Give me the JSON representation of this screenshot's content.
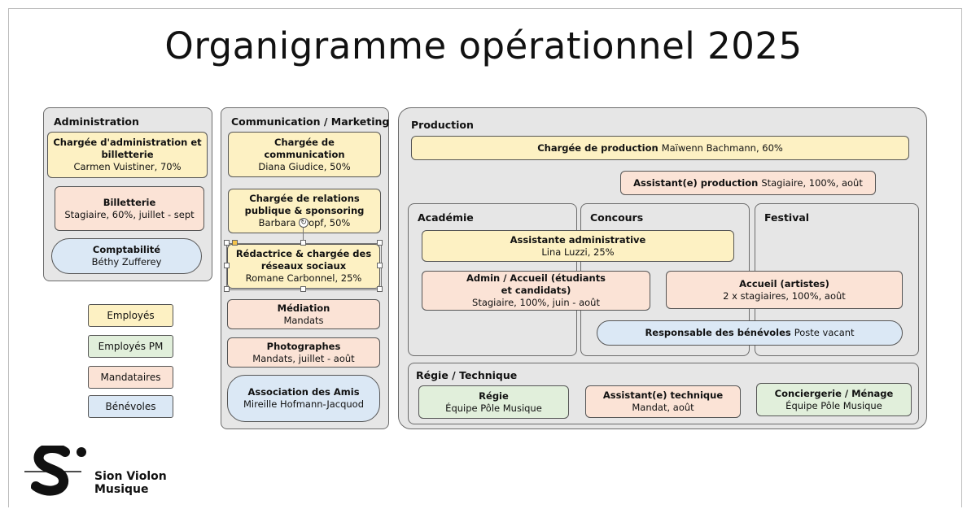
{
  "title": "Organigramme opérationnel 2025",
  "colors": {
    "employes": "#fdf1c3",
    "employes_pm": "#e1efdb",
    "mandataires": "#fbe3d6",
    "benevoles": "#dbe8f5",
    "panel": "#e6e6e6"
  },
  "administration": {
    "label": "Administration",
    "items": [
      {
        "title": "Chargée d'administration et billetterie",
        "detail": "Carmen Vuistiner, 70%"
      },
      {
        "title": "Billetterie",
        "detail": "Stagiaire, 60%, juillet - sept"
      },
      {
        "title": "Comptabilité",
        "detail": "Béthy Zufferey"
      }
    ]
  },
  "communication": {
    "label": "Communication / Marketing",
    "items": [
      {
        "title": "Chargée de communication",
        "detail": "Diana Giudice, 50%"
      },
      {
        "title": "Chargée de relations publique & sponsoring",
        "detail": "Barbara Kropf, 50%"
      },
      {
        "title": "Rédactrice & chargée des réseaux sociaux",
        "detail": "Romane Carbonnel, 25%"
      },
      {
        "title": "Médiation",
        "detail": "Mandats"
      },
      {
        "title": "Photographes",
        "detail": "Mandats, juillet - août"
      },
      {
        "title": "Association des Amis",
        "detail": "Mireille Hofmann-Jacquod"
      }
    ]
  },
  "production": {
    "label": "Production",
    "head": {
      "title": "Chargée de production",
      "detail": "Maïwenn Bachmann, 60%"
    },
    "assistant": {
      "title": "Assistant(e)  production",
      "detail": "Stagiaire, 100%, août"
    },
    "sections": {
      "academie": "Académie",
      "concours": "Concours",
      "festival": "Festival"
    },
    "assistante_admin": {
      "title": "Assistante  administrative",
      "detail": "Lina Luzzi, 25%"
    },
    "admin_accueil": {
      "title": "Admin / Accueil (étudiants et candidats)",
      "detail": "Stagiaire, 100%, juin - août"
    },
    "accueil_artistes": {
      "title": "Accueil (artistes)",
      "detail": "2 x stagiaires, 100%, août"
    },
    "benevoles": {
      "title": "Responsable des bénévoles",
      "detail": "Poste vacant"
    },
    "regie_technique": {
      "label": "Régie / Technique",
      "regie": {
        "title": "Régie",
        "detail": "Équipe Pôle Musique"
      },
      "assistant_tech": {
        "title": "Assistant(e) technique",
        "detail": "Mandat, août"
      },
      "conciergerie": {
        "title": "Conciergerie / Ménage",
        "detail": "Équipe Pôle Musique"
      }
    }
  },
  "legend": [
    "Employés",
    "Employés PM",
    "Mandataires",
    "Bénévoles"
  ],
  "logo": {
    "line1": "Sion Violon",
    "line2": "Musique"
  }
}
